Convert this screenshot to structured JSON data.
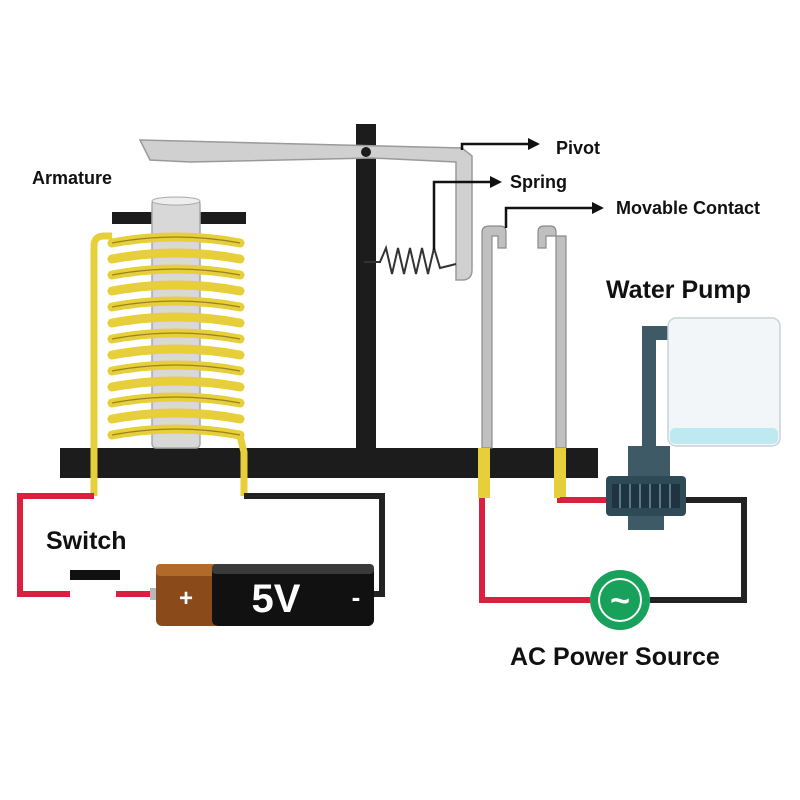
{
  "labels": {
    "armature": "Armature",
    "pivot": "Pivot",
    "spring": "Spring",
    "movable_contact": "Movable Contact",
    "water_pump": "Water Pump",
    "switch": "Switch",
    "ac_power_source": "AC Power Source"
  },
  "battery": {
    "voltage": "5V",
    "positive": "+",
    "negative": "-"
  },
  "ac_symbol": "~",
  "colors": {
    "base": "#1c1c1c",
    "coil": "#e6cf3a",
    "coil_stroke": "#9a8418",
    "core": "#d8d8d8",
    "lever": "#d0d0d0",
    "wire_red": "#d9203f",
    "wire_black": "#222222",
    "ac_source": "#17a15a",
    "pump_body": "#3d5a66",
    "water": "#bfe9f0"
  }
}
